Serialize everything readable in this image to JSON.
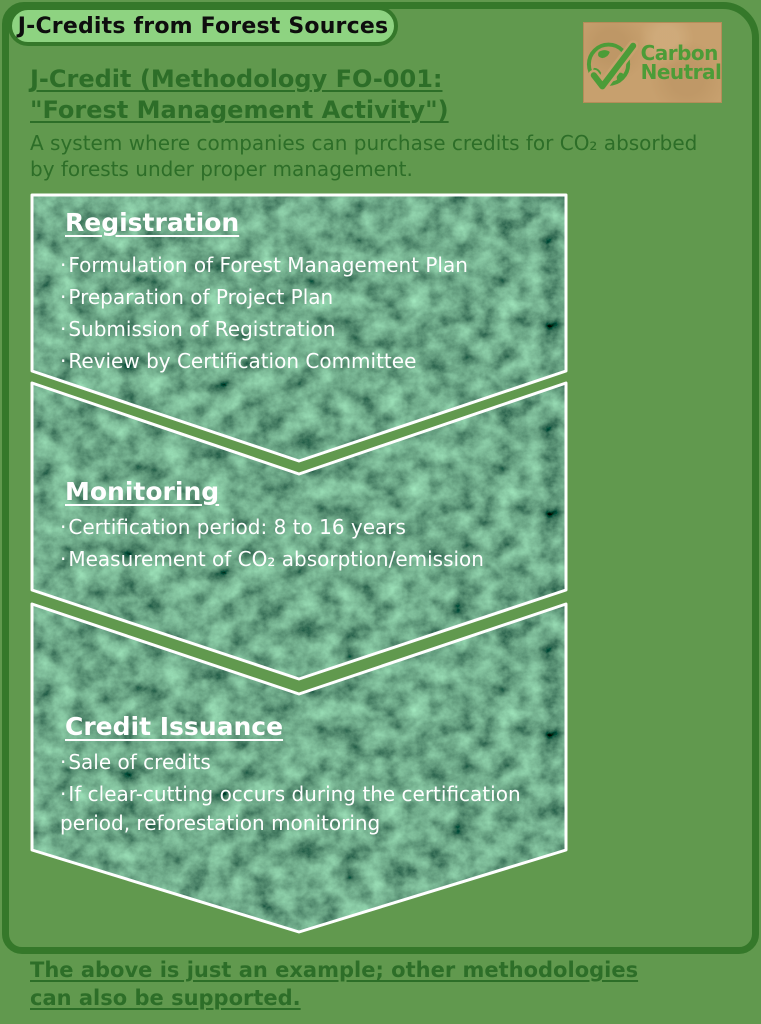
{
  "banner": {
    "label": "J-Credits from Forest Sources"
  },
  "logo": {
    "icon": "globe-checkmark-icon",
    "line1": "Carbon",
    "line2": "Neutral"
  },
  "heading": {
    "line1": "J-Credit (Methodology FO-001:",
    "line2": "\"Forest Management Activity\")"
  },
  "description": {
    "line1": "A system where companies can purchase credits for CO₂ absorbed",
    "line2": "by forests under proper management."
  },
  "bullet": "·",
  "steps": [
    {
      "title": "Registration",
      "items": [
        "Formulation of Forest Management Plan",
        "Preparation of Project Plan",
        "Submission of Registration",
        "Review by Certification Committee"
      ]
    },
    {
      "title": "Monitoring",
      "items": [
        "Certification period: 8 to 16 years",
        "Measurement of CO₂ absorption/emission"
      ]
    },
    {
      "title": "Credit Issuance",
      "items": [
        "Sale of credits",
        "If clear-cutting occurs during the certification period, reforestation monitoring"
      ]
    }
  ],
  "footer": {
    "line1": "The above is just an example; other methodologies",
    "line2": "can also be supported."
  },
  "colors": {
    "background": "#61994e",
    "frame": "#35782a",
    "banner_fill": "#8ed381",
    "banner_text": "#0e0e0e",
    "heading_text": "#2d6e28",
    "chevron_texture_base": "#1a5634",
    "chevron_outline": "#ffffff",
    "chevron_text": "#ffffff",
    "logo_background": "#c7a06e",
    "logo_green": "#4c9c38"
  }
}
